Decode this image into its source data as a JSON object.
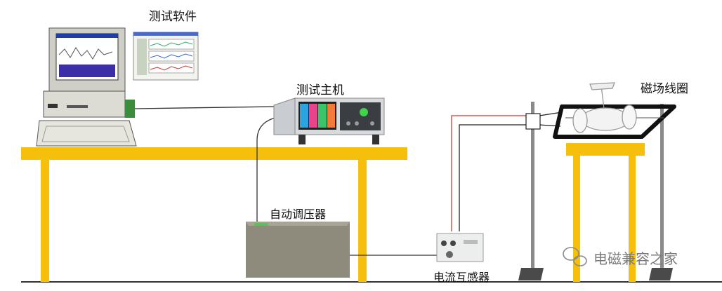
{
  "labels": {
    "test_software": "测试软件",
    "test_host": "测试主机",
    "magnetic_coil": "磁场线圈",
    "auto_voltage_regulator": "自动调压器",
    "current_transformer": "电流互感器"
  },
  "watermark": {
    "text": "电磁兼容之家",
    "icon": "wechat-icon"
  },
  "colors": {
    "table": "#f6bf0c",
    "cable_red": "#e0322e",
    "cable_black": "#222222",
    "stand": "#8a8a8a",
    "regulator": "#8f8b7c"
  }
}
